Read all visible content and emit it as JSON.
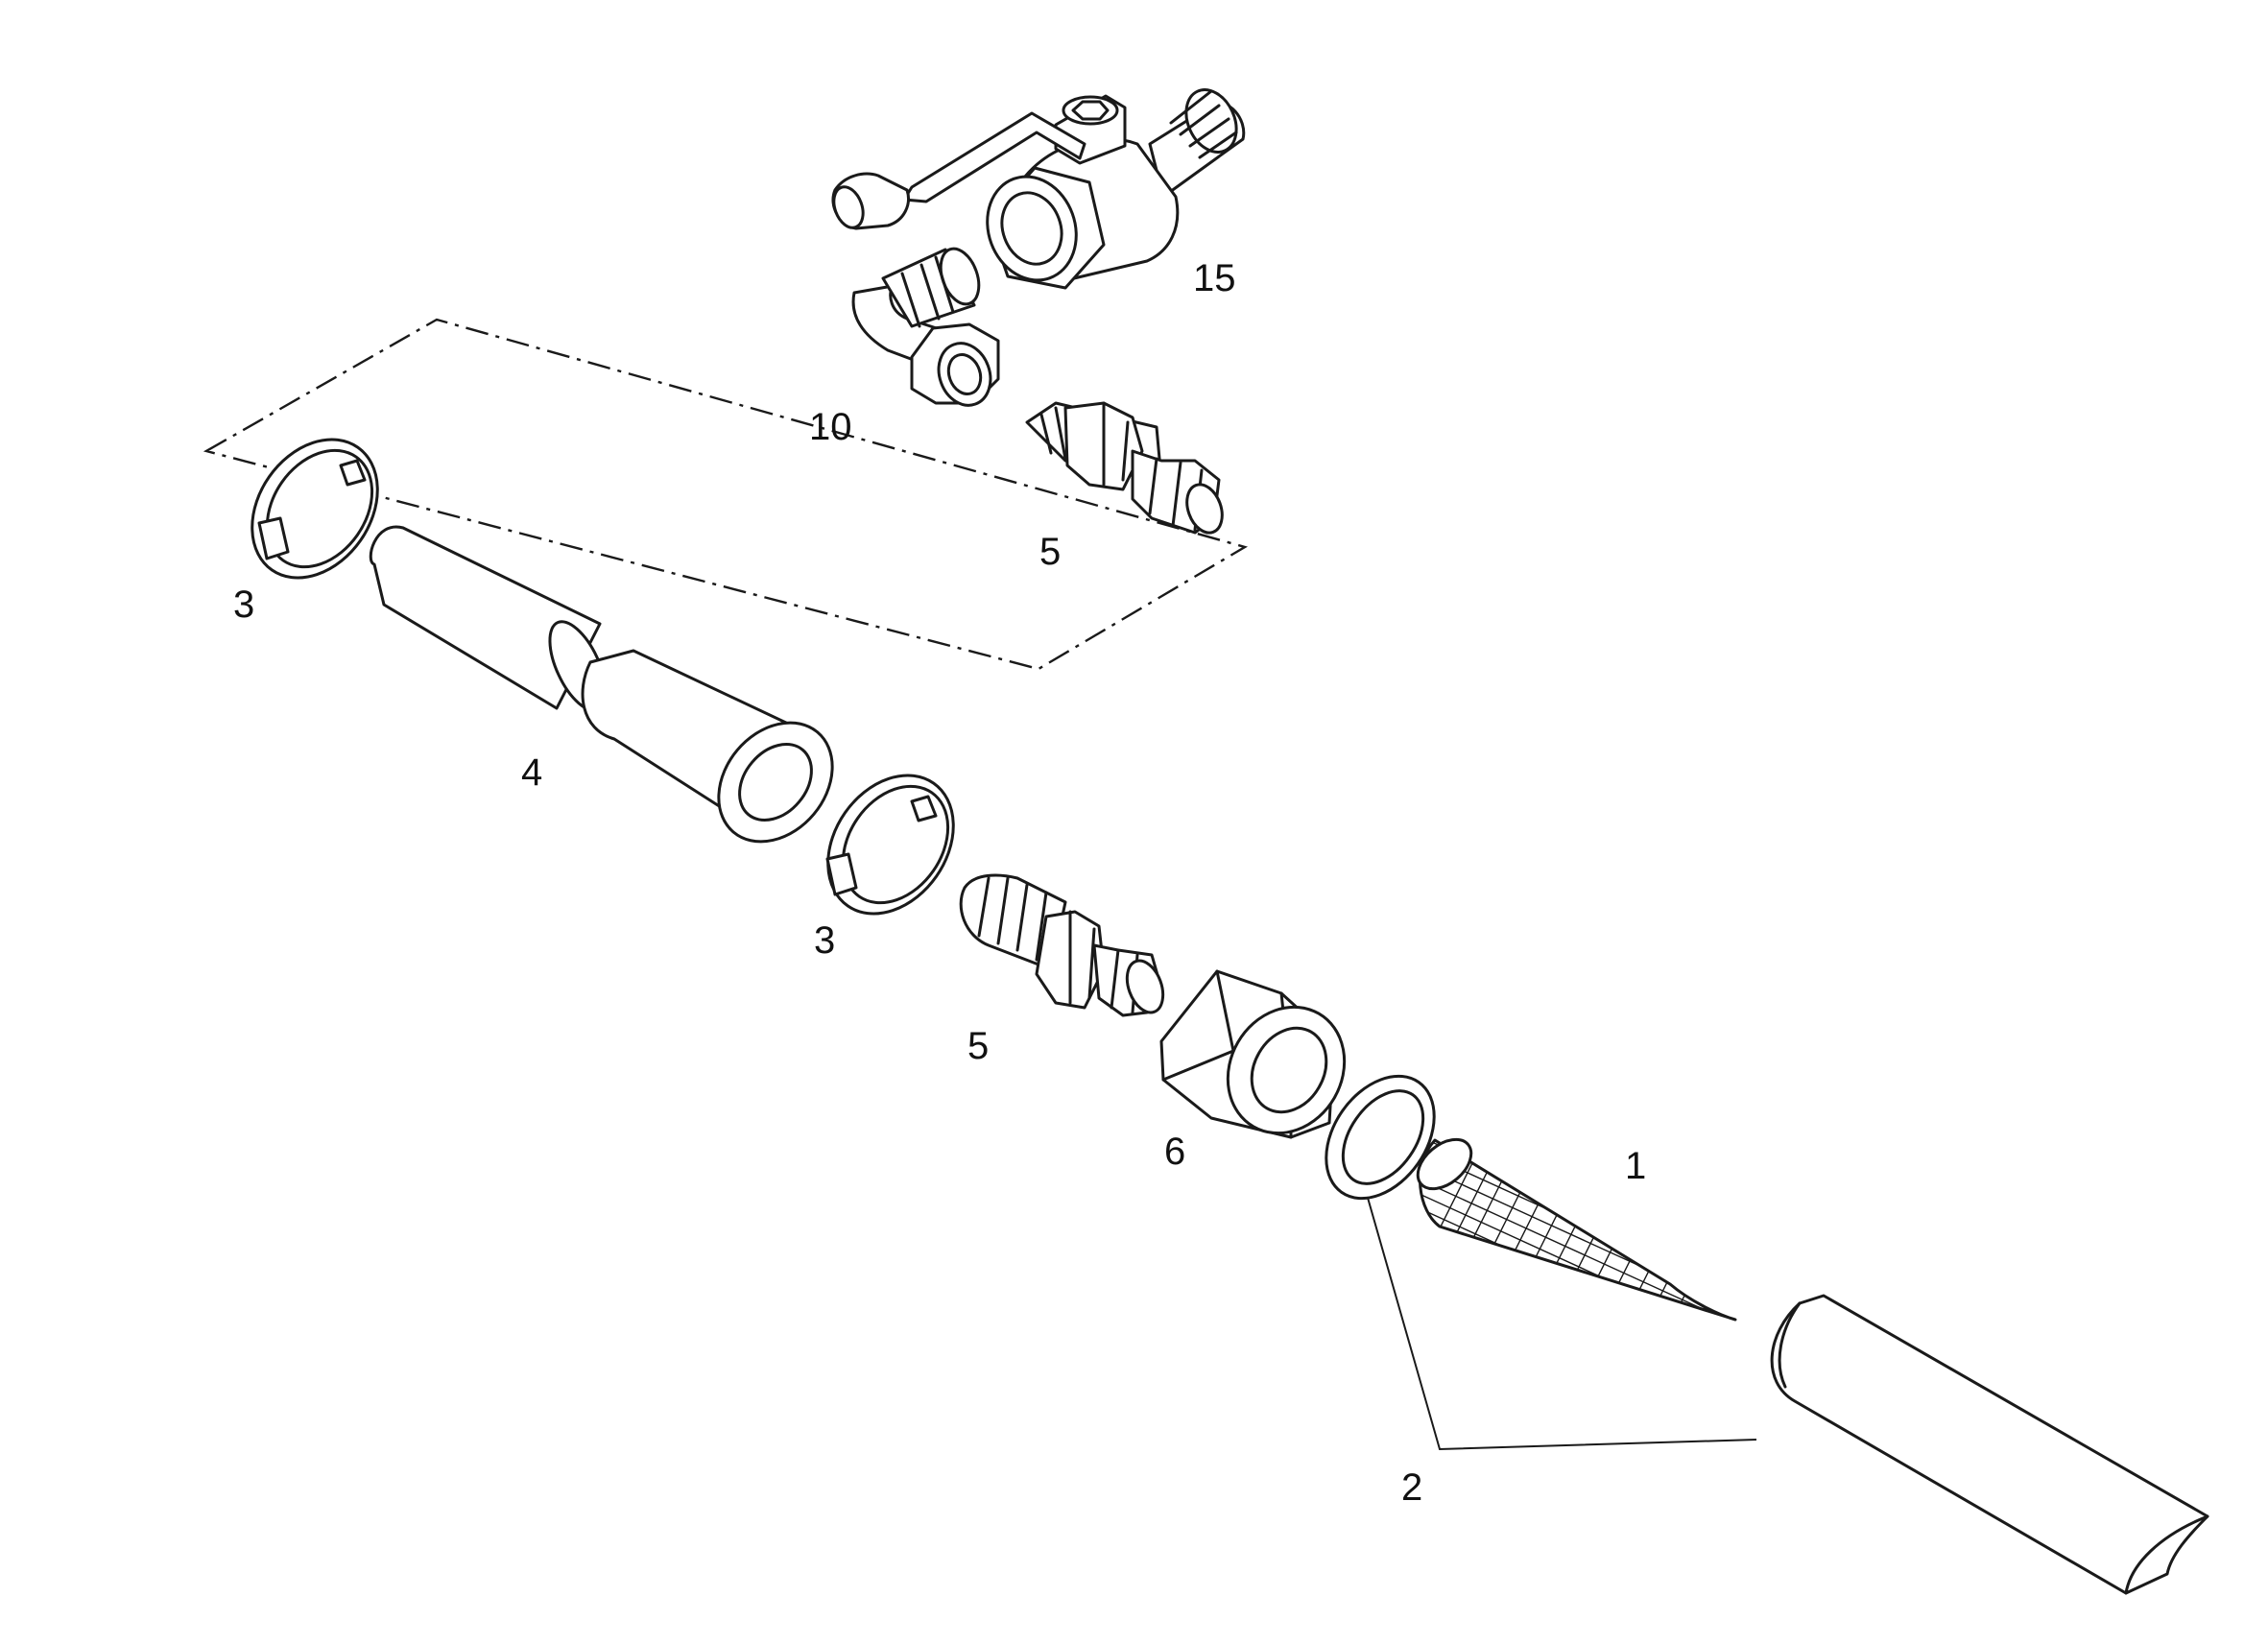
{
  "callouts": {
    "ball_valve": "15",
    "elbow_fitting": "10",
    "upper_hose_nipple": "5",
    "left_hose_clamp": "3",
    "hose": "4",
    "right_hose_clamp": "3",
    "lower_hose_nipple": "5",
    "union_nut": "6",
    "filter_strainer": "1",
    "suction_assembly": "2"
  },
  "colors": {
    "line": "#1a1a1a",
    "background": "#ffffff"
  }
}
